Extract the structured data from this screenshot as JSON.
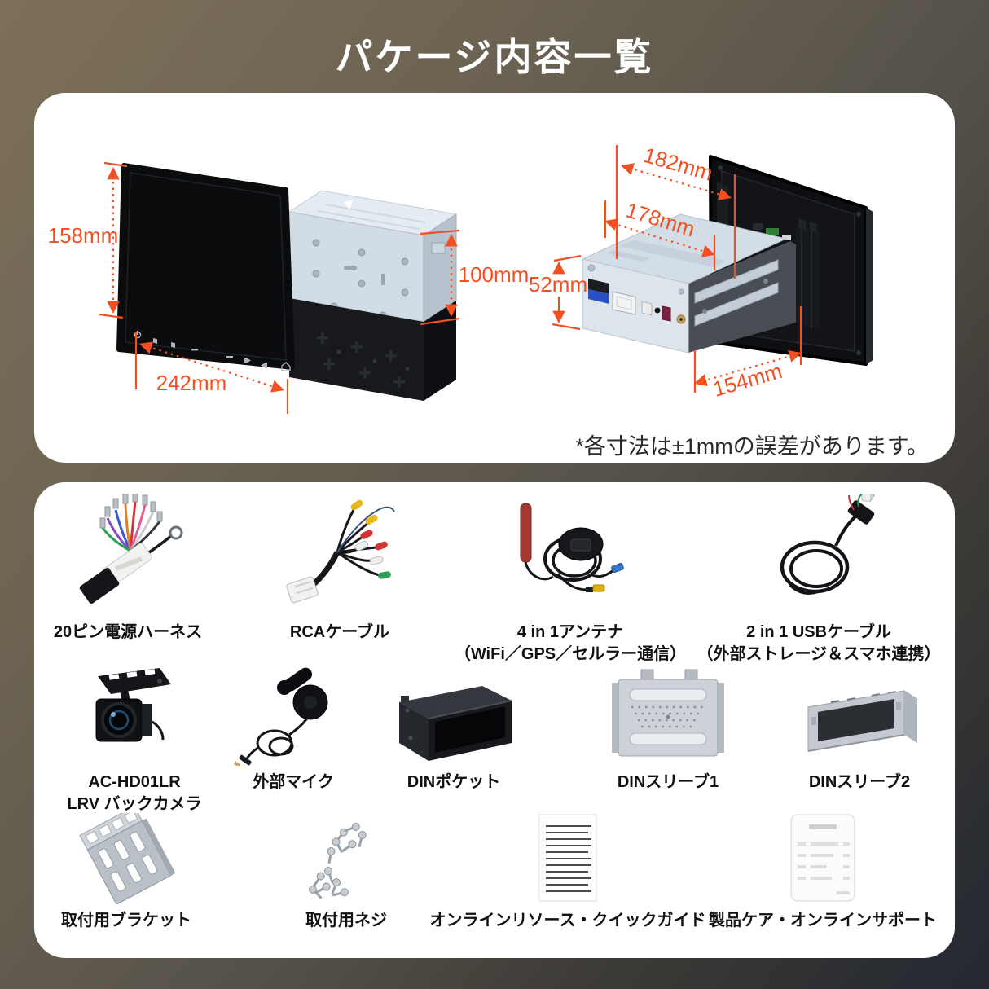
{
  "page": {
    "title": "パケージ内容一覧"
  },
  "colors": {
    "dimension_accent": "#F25022",
    "card_background": "#FFFFFF"
  },
  "dimensions": {
    "front_view": {
      "height": "158mm",
      "width": "242mm",
      "chassis_height": "100mm"
    },
    "rear_view": {
      "width_top": "182mm",
      "width_mid": "178mm",
      "height": "52mm",
      "width_bottom": "154mm"
    },
    "note": "*各寸法は±1mmの誤差があります。"
  },
  "accessories": [
    {
      "label": "20ピン電源ハーネス"
    },
    {
      "label": "RCAケーブル"
    },
    {
      "label": "4 in 1アンテナ",
      "label2": "（WiFi／GPS／セルラー通信）"
    },
    {
      "label": "2 in 1 USBケーブル",
      "label2": "（外部ストレージ＆スマホ連携）"
    },
    {
      "label": "AC-HD01LR",
      "label2": "LRV バックカメラ"
    },
    {
      "label": "外部マイク"
    },
    {
      "label": "DINポケット"
    },
    {
      "label": "DINスリーブ1"
    },
    {
      "label": "DINスリーブ2"
    },
    {
      "label": "取付用ブラケット"
    },
    {
      "label": "取付用ネジ"
    },
    {
      "label": "オンラインリソース・クイックガイド"
    },
    {
      "label": "製品ケア・オンラインサポート"
    }
  ]
}
